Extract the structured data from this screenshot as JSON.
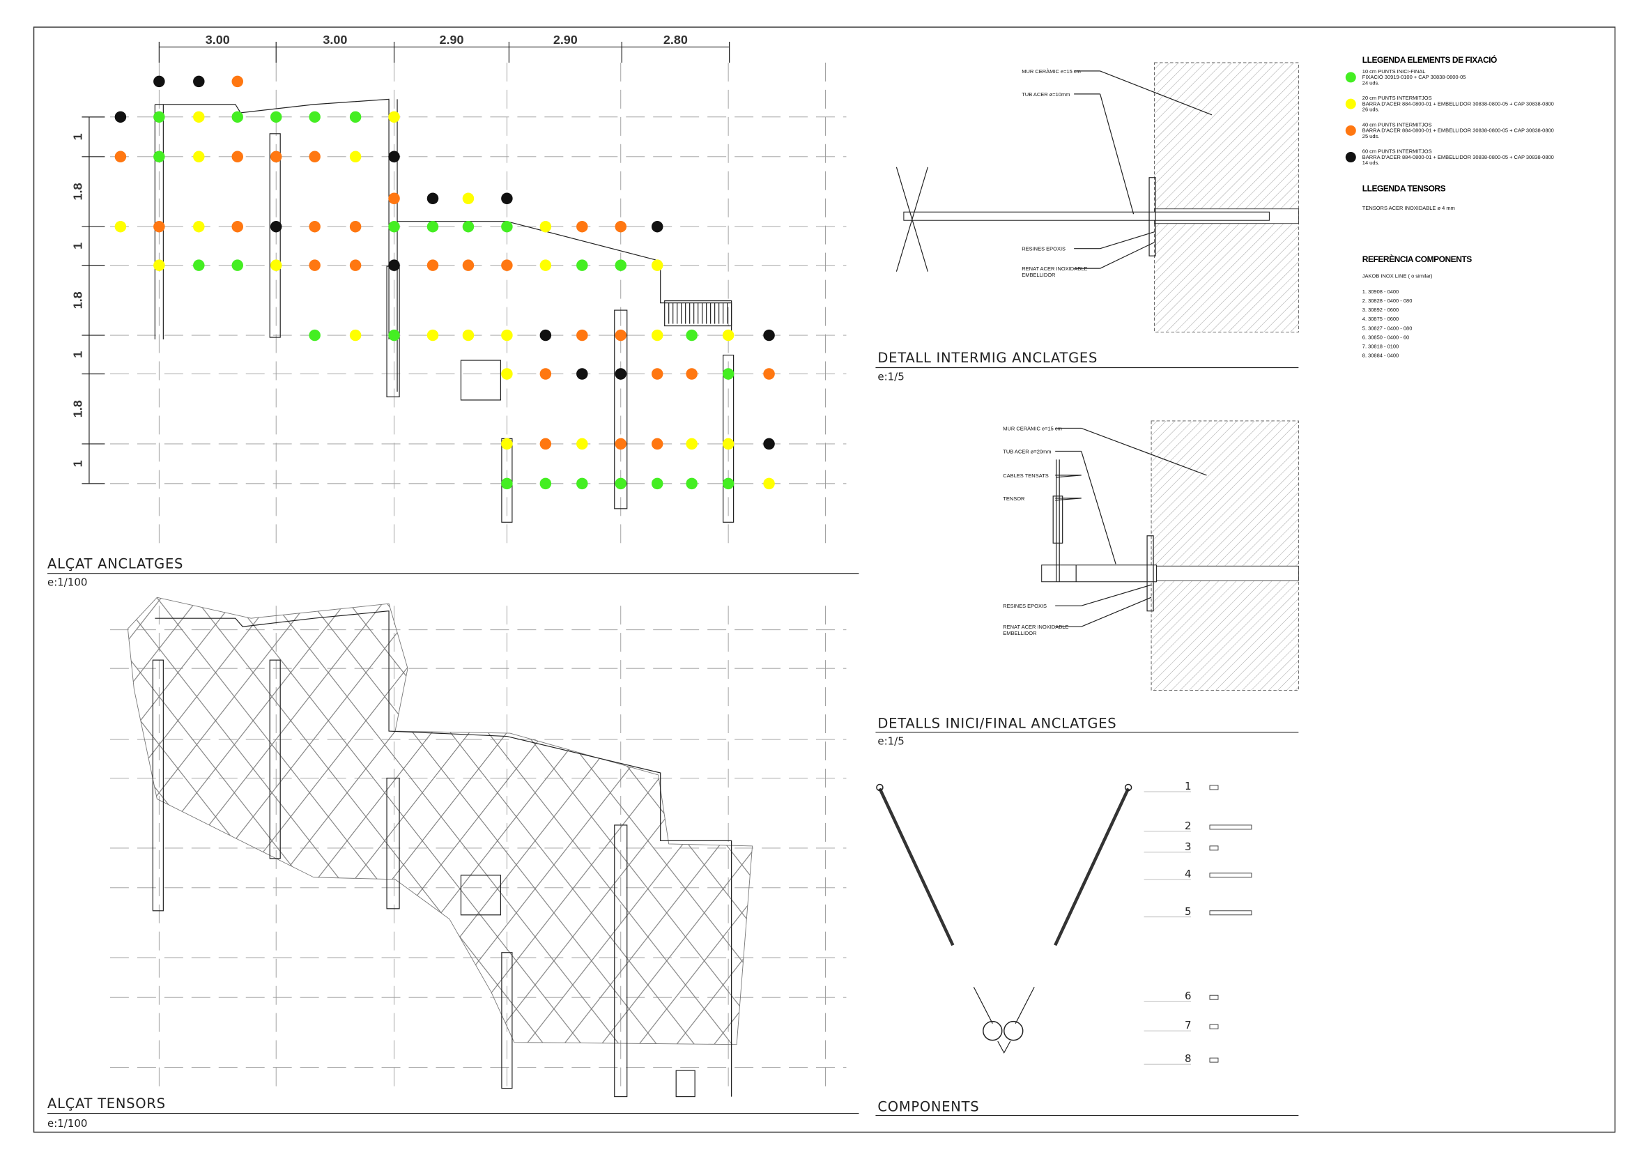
{
  "colors": {
    "green": "#44ee22",
    "yellow": "#ffff00",
    "orange": "#ff7711",
    "black": "#111111"
  },
  "elevation_anchors": {
    "title": "ALÇAT ANCLATGES",
    "scale": "e:1/100",
    "top_dimensions": [
      "3.00",
      "3.00",
      "2.90",
      "2.90",
      "2.80"
    ],
    "side_dimensions": [
      "1",
      "1.8",
      "1",
      "1.8",
      "1",
      "1.8",
      "1"
    ]
  },
  "elevation_tensors": {
    "title": "ALÇAT TENSORS",
    "scale": "e:1/100"
  },
  "detail_intermediate": {
    "title": "DETALL INTERMIG ANCLATGES",
    "scale": "e:1/5",
    "labels": [
      "MUR CERÀMIC e=15 cm",
      "TUB ACER ø=10mm",
      "RESINES EPOXIS",
      "RENAT ACER INOXIDABLE",
      "EMBELLIDOR"
    ]
  },
  "detail_start_end": {
    "title": "DETALLS INICI/FINAL ANCLATGES",
    "scale": "e:1/5",
    "labels": [
      "MUR CERÀMIC e=15 cm",
      "TUB ACER ø=20mm",
      "CABLES TENSATS",
      "TENSOR",
      "RESINES EPOXIS",
      "RENAT ACER INOXIDABLE",
      "EMBELLIDOR"
    ]
  },
  "components": {
    "title": "COMPONENTS",
    "numbers": [
      "1",
      "2",
      "3",
      "4",
      "5",
      "6",
      "7",
      "8"
    ]
  },
  "legend_fixing": {
    "title": "LLEGENDA ELEMENTS DE FIXACIÓ",
    "items": [
      {
        "color": "green",
        "l1": "10 cm    PUNTS INICI-FINAL",
        "l2": "FIXACIÓ 30919-0100 + CAP 30838-0800-05",
        "l3": "24 uds."
      },
      {
        "color": "yellow",
        "l1": "20 cm    PUNTS INTERMITJOS",
        "l2": "BARRA D'ACER 884-0800-01 + EMBELLIDOR 30838-0800-05 + CAP 30838-0800",
        "l3": "26 uds."
      },
      {
        "color": "orange",
        "l1": "40 cm    PUNTS INTERMITJOS",
        "l2": "BARRA D'ACER 884-0800-01 + EMBELLIDOR 30838-0800-05 + CAP 30838-0800",
        "l3": "25 uds."
      },
      {
        "color": "black",
        "l1": "60 cm    PUNTS INTERMITJOS",
        "l2": "BARRA D'ACER 884-0800-01 + EMBELLIDOR 30838-0800-05 + CAP 30838-0800",
        "l3": "14 uds."
      }
    ]
  },
  "legend_tensors": {
    "title": "LLEGENDA TENSORS",
    "text": "TENSORS ACER INOXIDABLE  ø 4 mm"
  },
  "reference": {
    "title": "REFERÈNCIA COMPONENTS",
    "subtitle": "JAKOB INOX LINE ( o similar)",
    "items": [
      "1.  30908 - 0400",
      "2.  30828 - 0400 - 080",
      "3.  30892 - 0600",
      "4.  30875 - 0600",
      "5.  30827 - 0400 - 080",
      "6.  30850 - 0400 - 60",
      "7.  30818 - 0100",
      "8.  30884 - 0400"
    ]
  }
}
